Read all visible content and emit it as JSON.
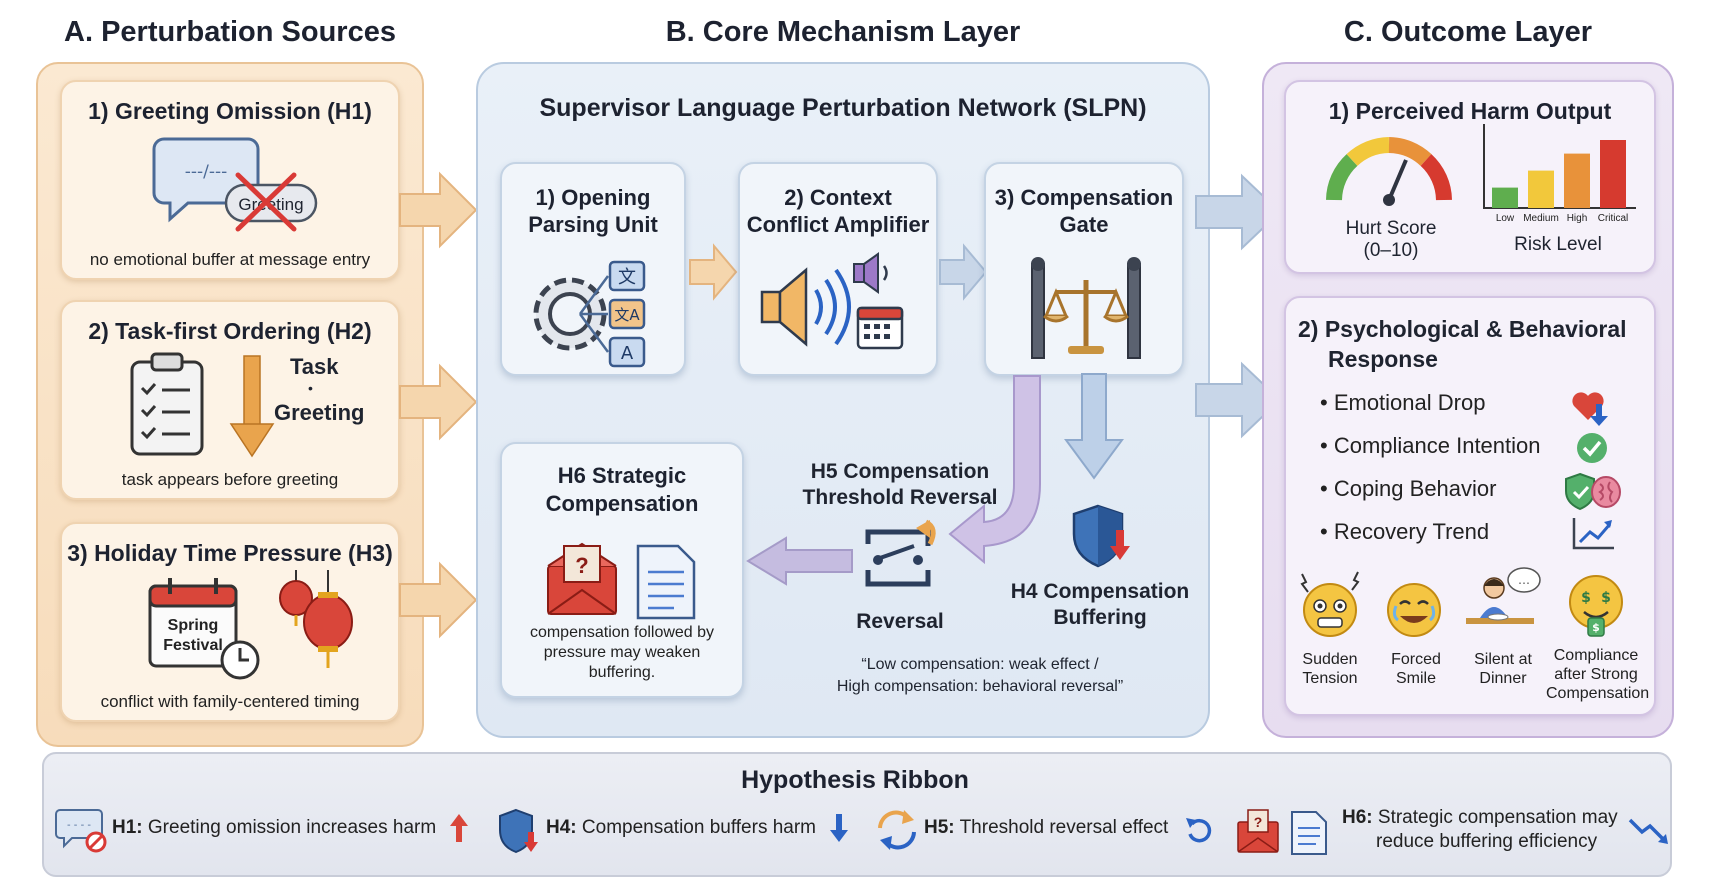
{
  "columns": {
    "a_title": "A. Perturbation Sources",
    "b_title": "B. Core Mechanism Layer",
    "c_title": "C. Outcome Layer"
  },
  "sources": [
    {
      "title": "1) Greeting Omission (H1)",
      "icon_text": "---/---",
      "badge": "Greeting",
      "caption": "no emotional buffer at message entry"
    },
    {
      "title": "2) Task-first Ordering (H2)",
      "label_top": "Task",
      "label_mid": "•",
      "label_bottom": "Greeting",
      "caption": "task appears before greeting"
    },
    {
      "title": "3) Holiday Time Pressure (H3)",
      "calendar_text_1": "Spring",
      "calendar_text_2": "Festival",
      "caption": "conflict with family-centered timing"
    }
  ],
  "core": {
    "network_title": "Supervisor Language Perturbation Network (SLPN)",
    "units": [
      {
        "line1": "1) Opening",
        "line2": "Parsing Unit"
      },
      {
        "line1": "2) Context",
        "line2": "Conflict Amplifier"
      },
      {
        "line1": "3) Compensation",
        "line2": "Gate"
      }
    ],
    "h6": {
      "line1": "H6 Strategic",
      "line2": "Compensation",
      "caption": [
        "compensation followed by",
        "pressure may weaken",
        "buffering."
      ]
    },
    "h5": {
      "line1": "H5 Compensation",
      "line2": "Threshold Reversal",
      "reversal_label": "Reversal"
    },
    "h4": {
      "line1": "H4 Compensation",
      "line2": "Buffering"
    },
    "quote": [
      "“Low compensation: weak effect /",
      "High compensation: behavioral reversal”"
    ]
  },
  "outcome": {
    "harm_title": "1) Perceived Harm Output",
    "hurt_score": "Hurt Score",
    "hurt_range": "(0–10)",
    "risk_level": "Risk Level",
    "risk_bars": [
      {
        "label": "Low",
        "level": 0.3,
        "color": "#5fae4e"
      },
      {
        "label": "Medium",
        "level": 0.55,
        "color": "#f2c83b"
      },
      {
        "label": "High",
        "level": 0.8,
        "color": "#e8923a"
      },
      {
        "label": "Critical",
        "level": 1.0,
        "color": "#d63a2f"
      }
    ],
    "response_title_1": "2) Psychological & Behavioral",
    "response_title_2": "Response",
    "bullets": [
      "• Emotional Drop",
      "• Compliance Intention",
      "• Coping Behavior",
      "• Recovery Trend"
    ],
    "faces": [
      {
        "line1": "Sudden",
        "line2": "Tension",
        "line3": ""
      },
      {
        "line1": "Forced",
        "line2": "Smile",
        "line3": ""
      },
      {
        "line1": "Silent at",
        "line2": "Dinner",
        "line3": ""
      },
      {
        "line1": "Compliance",
        "line2": "after Strong",
        "line3": "Compensation"
      }
    ]
  },
  "ribbon": {
    "title": "Hypothesis Ribbon",
    "h1_tag": "H1:",
    "h1_text": "Greeting omission increases harm",
    "h4_tag": "H4:",
    "h4_text": "Compensation buffers harm",
    "h5_tag": "H5:",
    "h5_text": "Threshold reversal effect",
    "h6_tag": "H6:",
    "h6_text_1": "Strategic compensation may",
    "h6_text_2": "reduce buffering efficiency"
  }
}
